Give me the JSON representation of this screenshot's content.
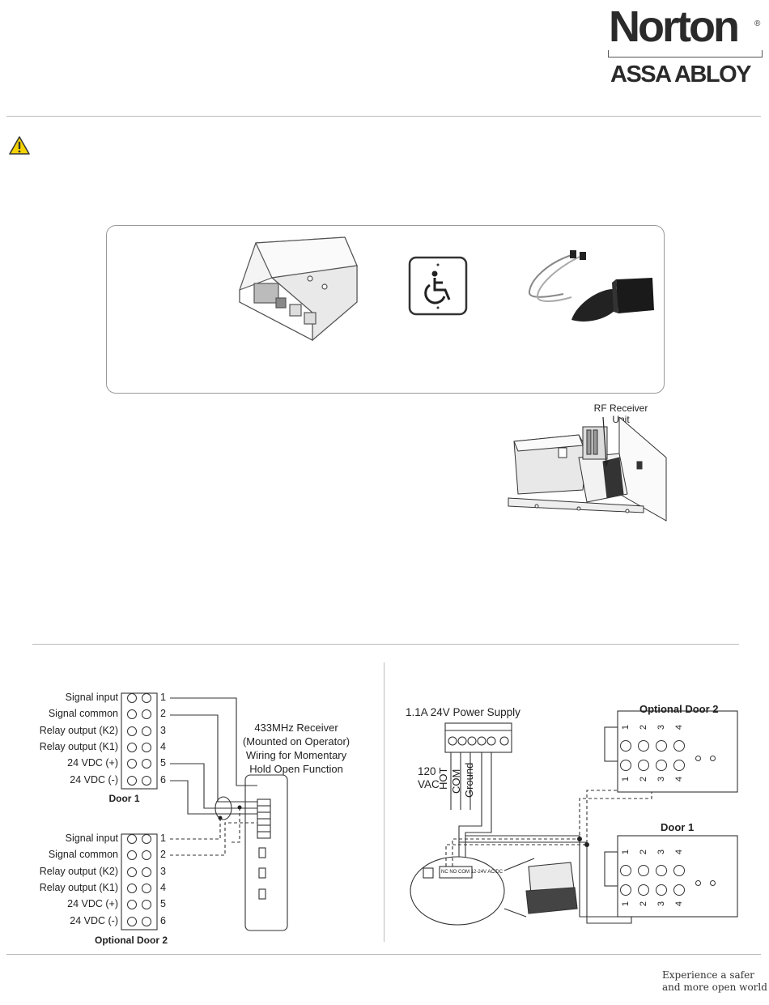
{
  "brand": {
    "name": "Norton",
    "reg_mark": "®",
    "parent": "ASSA ABLOY",
    "tagline_1": "Experience a safer",
    "tagline_2": "and more open world"
  },
  "rf_callout": {
    "line1": "RF Receiver",
    "line2": "Unit"
  },
  "left_diagram": {
    "door1_label": "Door 1",
    "door2_label": "Optional Door 2",
    "terminals": [
      {
        "label": "Signal input",
        "num": "1"
      },
      {
        "label": "Signal common",
        "num": "2"
      },
      {
        "label": "Relay output (K2)",
        "num": "3"
      },
      {
        "label": "Relay output (K1)",
        "num": "4"
      },
      {
        "label": "24 VDC (+)",
        "num": "5"
      },
      {
        "label": "24 VDC (-)",
        "num": "6"
      }
    ],
    "receiver_note": [
      "433MHz Receiver",
      "(Mounted on Operator)",
      "Wiring for Momentary",
      "Hold Open Function"
    ]
  },
  "right_diagram": {
    "power_supply": "1.1A 24V Power Supply",
    "vac_label_1": "120",
    "vac_label_2": "VAC",
    "wire_labels": [
      "HOT",
      "COM",
      "Ground"
    ],
    "door2_label": "Optional Door 2",
    "door1_label": "Door 1",
    "term_nums": [
      "1",
      "2",
      "3",
      "4"
    ],
    "receiver_pins": [
      "NC",
      "NO",
      "COM",
      "12-24V AC/DC"
    ]
  },
  "colors": {
    "line": "#333333",
    "panel_border": "#999999",
    "warn": "#f4d300"
  }
}
